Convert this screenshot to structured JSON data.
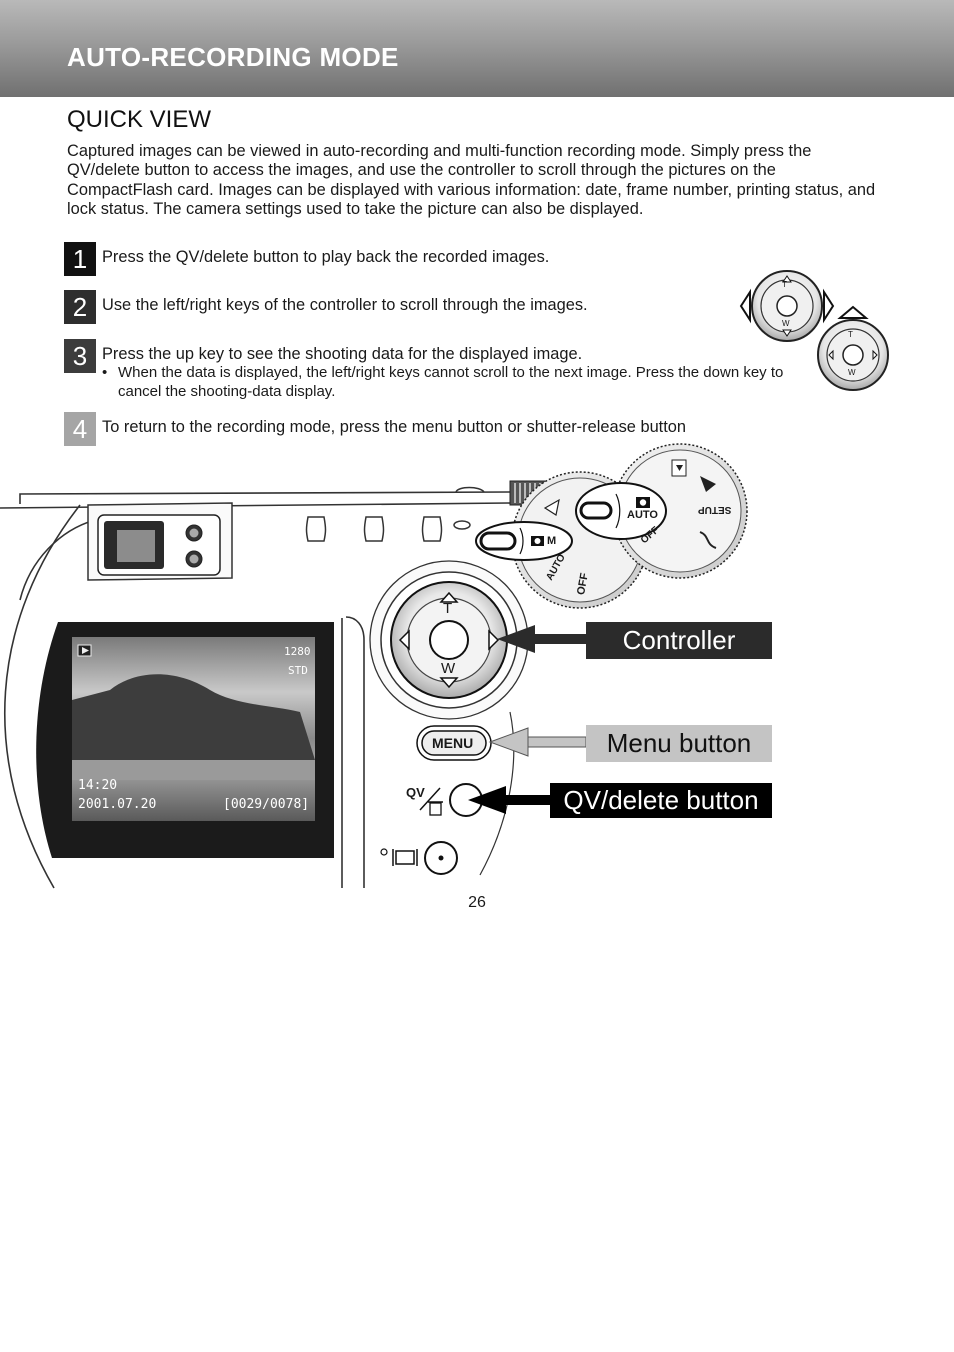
{
  "header": {
    "title": "AUTO-RECORDING MODE"
  },
  "section": {
    "title": "QUICK VIEW"
  },
  "intro": "Captured images can be viewed in auto-recording and multi-function recording mode. Simply press the QV/delete button to access the images, and use the controller to scroll through the pictures on the CompactFlash card. Images can be displayed with various information: date, frame number, printing status, and lock status. The camera settings used to take the picture can also be displayed.",
  "steps": [
    {
      "number": "1",
      "text": "Press the QV/delete button to play back the recorded images.",
      "color": "#111111"
    },
    {
      "number": "2",
      "text": "Use the left/right keys of the controller to scroll through the images.",
      "color": "#2e2e2e"
    },
    {
      "number": "3",
      "text": "Press the up key to see the shooting data for the displayed image.",
      "color": "#3c3c3c",
      "bullet": "When the data is displayed, the left/right keys cannot scroll to the next image. Press the down key to cancel the shooting-data display."
    },
    {
      "number": "4",
      "text": "To return to the recording mode, press the menu button or shutter-release button",
      "color": "#a5a5a5"
    }
  ],
  "camera": {
    "screen": {
      "size": "1280",
      "quality": "STD",
      "time": "14:20",
      "date": "2001.07.20",
      "frame": "[0029/0078]"
    },
    "controller_tele": "T",
    "controller_wide": "W",
    "menu_label": "MENU",
    "qv_label": "QV",
    "dial_auto": "AUTO",
    "dial_off": "OFF",
    "dial_setup": "SETUP",
    "dial_m": "M"
  },
  "callouts": {
    "controller": {
      "label": "Controller",
      "bg": "#2b2b2b",
      "fg": "#ffffff"
    },
    "menu": {
      "label": "Menu button",
      "bg": "#c4c4c4",
      "fg": "#111111"
    },
    "qv": {
      "label": "QV/delete button",
      "bg": "#000000",
      "fg": "#ffffff"
    }
  },
  "page_number": "26"
}
